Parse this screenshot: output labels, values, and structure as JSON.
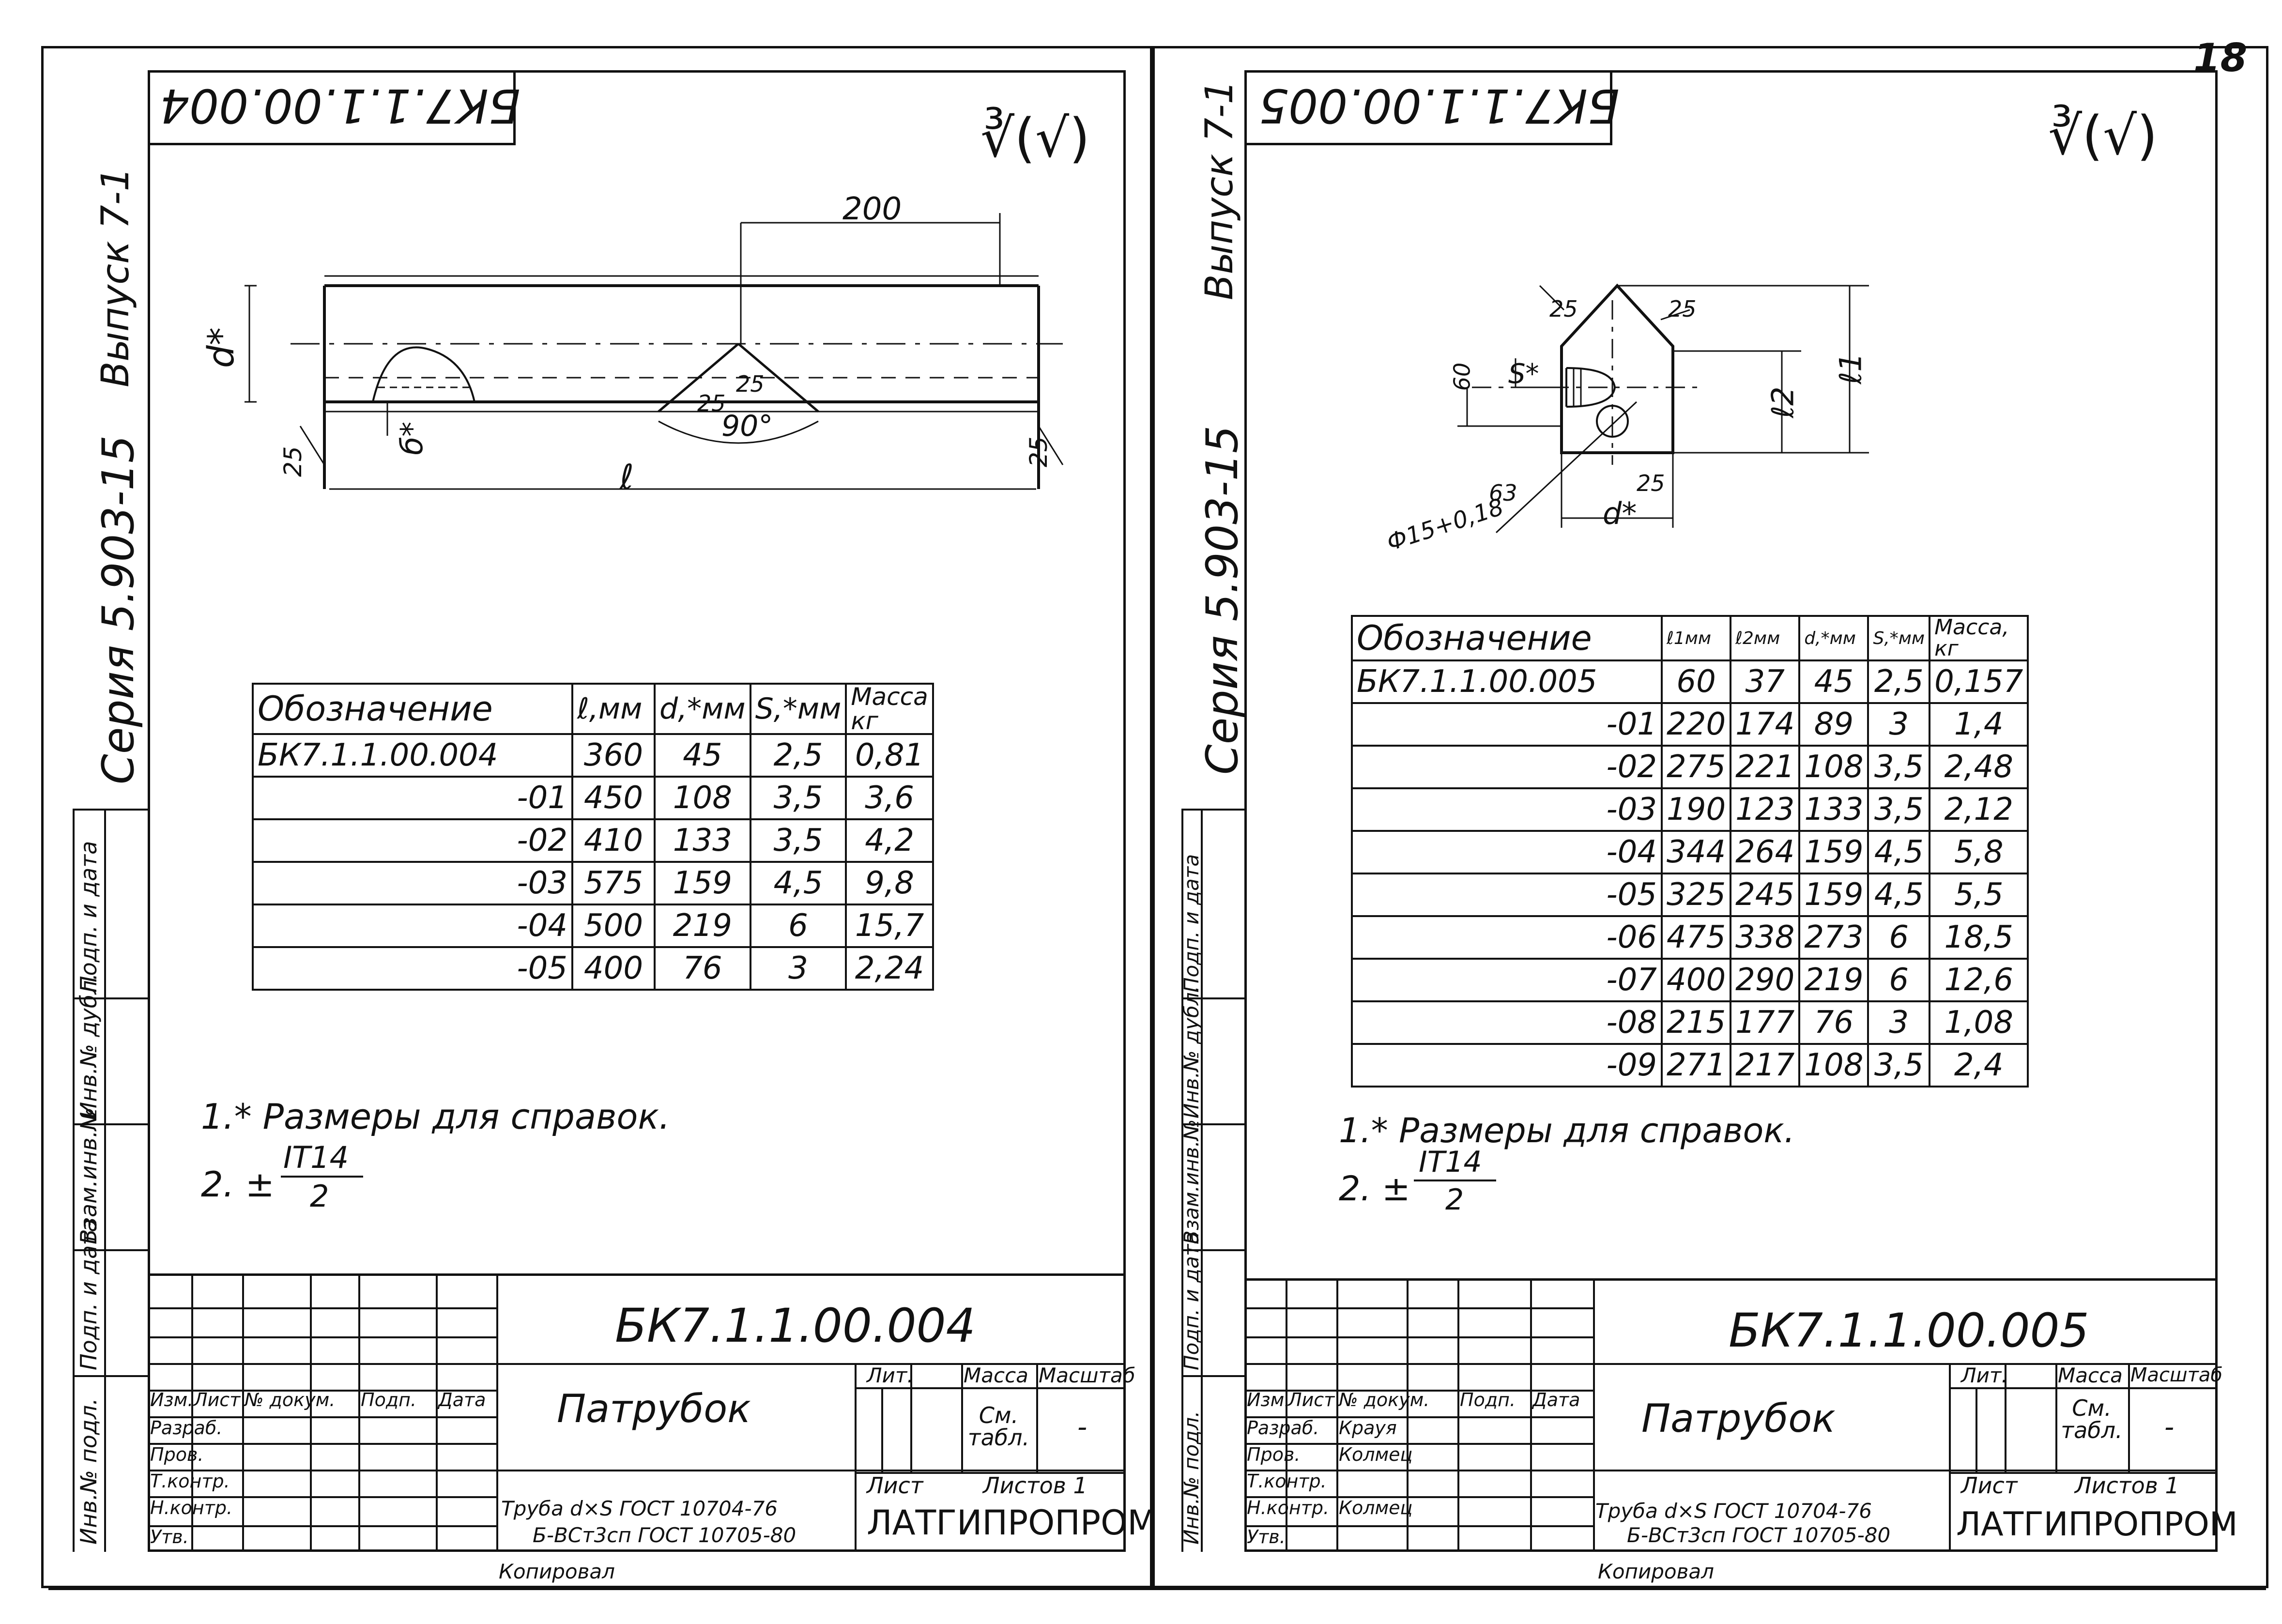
{
  "sheet_number": "18",
  "left": {
    "code": "БК7.1.1.00.004",
    "series_label": "Серия 5.903-15",
    "issue_label": "Выпуск 7-1",
    "roughness": "∛(√)",
    "dims": {
      "length_top": "200",
      "d": "d*",
      "b": "б*",
      "l": "ℓ",
      "angle": "90°",
      "chamfer_a": "25",
      "chamfer_b": "25",
      "chamfer_c": "25",
      "chamfer_d": "25"
    },
    "table": {
      "headers": [
        "Обозначение",
        "ℓ,мм",
        "d,*мм",
        "S,*мм",
        "Масса кг"
      ],
      "rows": [
        [
          "БК7.1.1.00.004",
          "360",
          "45",
          "2,5",
          "0,81"
        ],
        [
          "-01",
          "450",
          "108",
          "3,5",
          "3,6"
        ],
        [
          "-02",
          "410",
          "133",
          "3,5",
          "4,2"
        ],
        [
          "-03",
          "575",
          "159",
          "4,5",
          "9,8"
        ],
        [
          "-04",
          "500",
          "219",
          "6",
          "15,7"
        ],
        [
          "-05",
          "400",
          "76",
          "3",
          "2,24"
        ]
      ]
    },
    "notes": [
      "1.* Размеры для справок.",
      "2. ±",
      "IT14",
      "2"
    ],
    "title_block": {
      "code": "БК7.1.1.00.004",
      "name": "Патрубок",
      "mass_label": "Масса",
      "lit_label": "Лит.",
      "scale_label": "Масштаб",
      "mass_value": "См. табл.",
      "scale_value": "-",
      "sheet_label": "Лист",
      "sheets_label": "Листов 1",
      "material_1": "Труба d×S ГОСТ 10704-76",
      "material_2": "Б-ВСт3сп ГОСТ 10705-80",
      "org": "ЛАТГИПРОПРОМ",
      "roles": [
        "Изм.",
        "Лист",
        "№ докум.",
        "Подп.",
        "Дата",
        "Разраб.",
        "Пров.",
        "Т.контр.",
        "Н.контр.",
        "Утв."
      ],
      "copied": "Копировал"
    },
    "side_labels": [
      "Инв.№ подл.",
      "Подп. и дата",
      "Взам.инв.№",
      "Инв.№ дубл.",
      "Подп. и дата"
    ]
  },
  "right": {
    "code": "БК7.1.1.00.005",
    "series_label": "Серия 5.903-15",
    "issue_label": "Выпуск 7-1",
    "roughness": "∛(√)",
    "dims": {
      "l1": "ℓ1",
      "l2": "ℓ2",
      "d": "d*",
      "s": "S*",
      "hole": "Ф15+0,18",
      "h60": "60",
      "c25a": "25",
      "c25b": "25",
      "c25c": "25",
      "c63": "63"
    },
    "table": {
      "headers": [
        "Обозначение",
        "ℓ1мм",
        "ℓ2мм",
        "d,*мм",
        "S,*мм",
        "Масса, кг"
      ],
      "rows": [
        [
          "БК7.1.1.00.005",
          "60",
          "37",
          "45",
          "2,5",
          "0,157"
        ],
        [
          "-01",
          "220",
          "174",
          "89",
          "3",
          "1,4"
        ],
        [
          "-02",
          "275",
          "221",
          "108",
          "3,5",
          "2,48"
        ],
        [
          "-03",
          "190",
          "123",
          "133",
          "3,5",
          "2,12"
        ],
        [
          "-04",
          "344",
          "264",
          "159",
          "4,5",
          "5,8"
        ],
        [
          "-05",
          "325",
          "245",
          "159",
          "4,5",
          "5,5"
        ],
        [
          "-06",
          "475",
          "338",
          "273",
          "6",
          "18,5"
        ],
        [
          "-07",
          "400",
          "290",
          "219",
          "6",
          "12,6"
        ],
        [
          "-08",
          "215",
          "177",
          "76",
          "3",
          "1,08"
        ],
        [
          "-09",
          "271",
          "217",
          "108",
          "3,5",
          "2,4"
        ]
      ]
    },
    "notes": [
      "1.* Размеры для справок.",
      "2. ±",
      "IT14",
      "2"
    ],
    "title_block": {
      "code": "БК7.1.1.00.005",
      "name": "Патрубок",
      "mass_label": "Масса",
      "lit_label": "Лит.",
      "scale_label": "Масштаб",
      "mass_value": "См. табл.",
      "scale_value": "-",
      "sheet_label": "Лист",
      "sheets_label": "Листов 1",
      "material_1": "Труба d×S ГОСТ 10704-76",
      "material_2": "Б-ВСт3сп ГОСТ 10705-80",
      "org": "ЛАТГИПРОПРОМ",
      "roles": [
        "Изм.",
        "Лист",
        "№ докум.",
        "Подп.",
        "Дата",
        "Разраб.",
        "Пров.",
        "Т.контр.",
        "Н.контр.",
        "Утв."
      ],
      "people": [
        "Крауя",
        "Колмец",
        "Колмец"
      ],
      "copied": "Копировал"
    },
    "side_labels": [
      "Инв.№ подл.",
      "Подп. и дата",
      "Взам.инв.№",
      "Инв.№ дубл.",
      "Подп. и дата"
    ]
  }
}
